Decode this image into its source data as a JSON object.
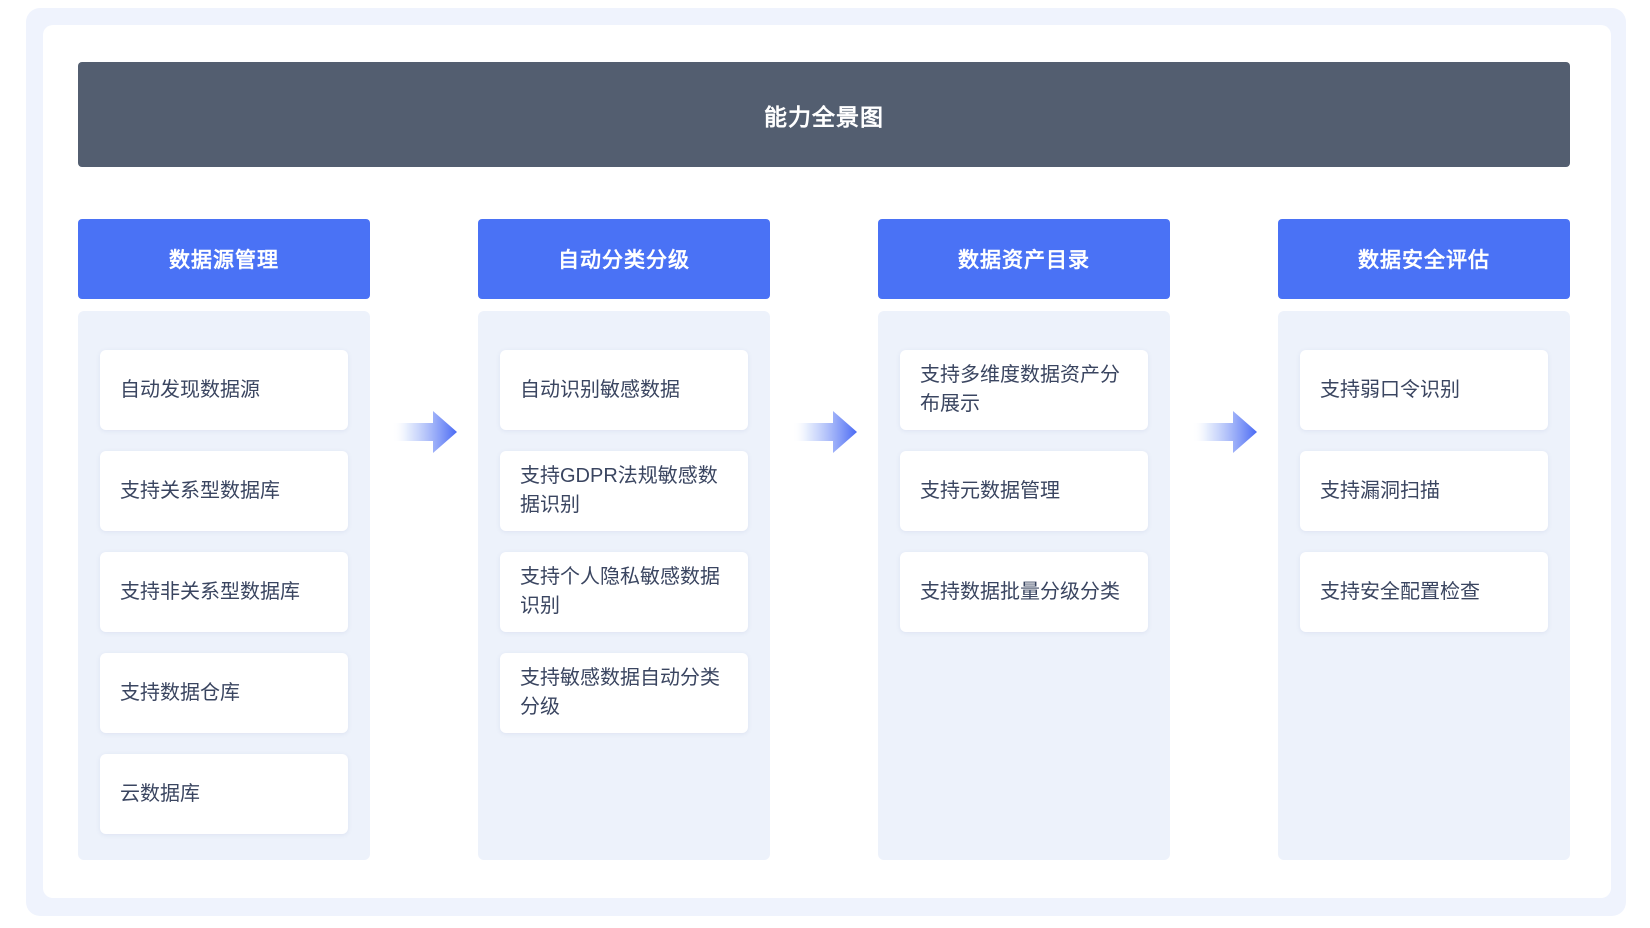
{
  "title": "能力全景图",
  "columns": [
    {
      "header": "数据源管理",
      "items": [
        "自动发现数据源",
        "支持关系型数据库",
        "支持非关系型数据库",
        "支持数据仓库",
        "云数据库"
      ]
    },
    {
      "header": "自动分类分级",
      "items": [
        "自动识别敏感数据",
        "支持GDPR法规敏感数据识别",
        "支持个人隐私敏感数据识别",
        "支持敏感数据自动分类分级"
      ]
    },
    {
      "header": "数据资产目录",
      "items": [
        "支持多维度数据资产分布展示",
        "支持元数据管理",
        "支持数据批量分级分类"
      ]
    },
    {
      "header": "数据安全评估",
      "items": [
        "支持弱口令识别",
        "支持漏洞扫描",
        "支持安全配置检查"
      ]
    }
  ],
  "icons": {
    "flow_arrow": "right-arrow"
  },
  "colors": {
    "frame_bg": "#EFF3FD",
    "title_bar_bg": "#535E70",
    "column_header_bg": "#4A72F5",
    "panel_bg": "#EDF2FB",
    "item_text": "#3A4560",
    "arrow_blue": "#4A6AF4"
  }
}
